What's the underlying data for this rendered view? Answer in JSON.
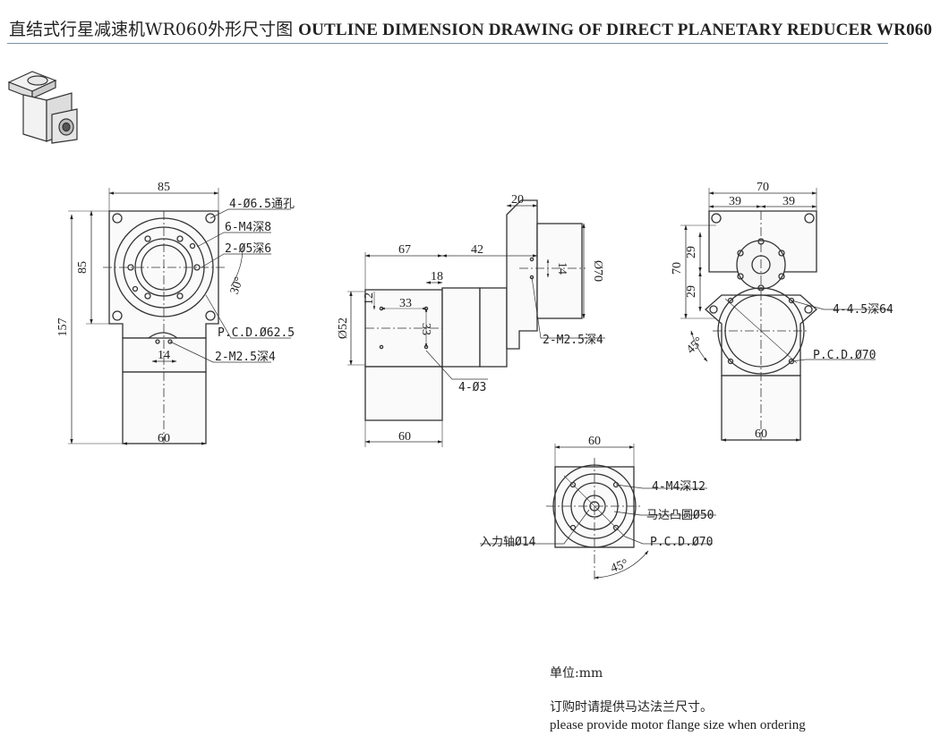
{
  "title": {
    "cn": "直结式行星减速机WR060外形尺寸图",
    "en": "OUTLINE DIMENSION DRAWING OF DIRECT PLANETARY REDUCER WR060"
  },
  "front_view": {
    "dims": {
      "width_top": "85",
      "height_flange": "85",
      "height_total": "157",
      "width_bottom": "60",
      "slot_width": "14",
      "angle": "30°"
    },
    "callouts": {
      "holes": "4-Ø6.5通孔",
      "tapped": "6-M4深8",
      "pins": "2-Ø5深6",
      "pcd": "P.C.D.Ø62.5",
      "slot_tapped": "2-M2.5深4"
    }
  },
  "side_view": {
    "dims": {
      "len_67": "67",
      "len_42": "42",
      "len_18": "18",
      "len_20": "20",
      "dia_52": "Ø52",
      "dia_70": "Ø70",
      "d12": "12",
      "d33a": "33",
      "d33b": "33",
      "d14": "14",
      "width_bottom": "60"
    },
    "callouts": {
      "holes": "4-Ø3",
      "tapped": "2-M2.5深4"
    }
  },
  "top_view": {
    "dims": {
      "width_top": "70",
      "w39a": "39",
      "w39b": "39",
      "h70": "70",
      "h29a": "29",
      "h29b": "29",
      "angle": "45°",
      "width_bottom": "60"
    },
    "callouts": {
      "holes": "4-4.5深64",
      "pcd": "P.C.D.Ø70"
    }
  },
  "input_view": {
    "dims": {
      "width": "60",
      "angle": "45°"
    },
    "callouts": {
      "tapped": "4-M4深12",
      "pilot": "马达凸圆Ø50",
      "shaft": "入力轴Ø14",
      "pcd": "P.C.D.Ø70"
    }
  },
  "notes": {
    "unit": "单位:mm",
    "order_cn": "订购时请提供马达法兰尺寸。",
    "order_en": "please provide motor flange size when ordering"
  }
}
